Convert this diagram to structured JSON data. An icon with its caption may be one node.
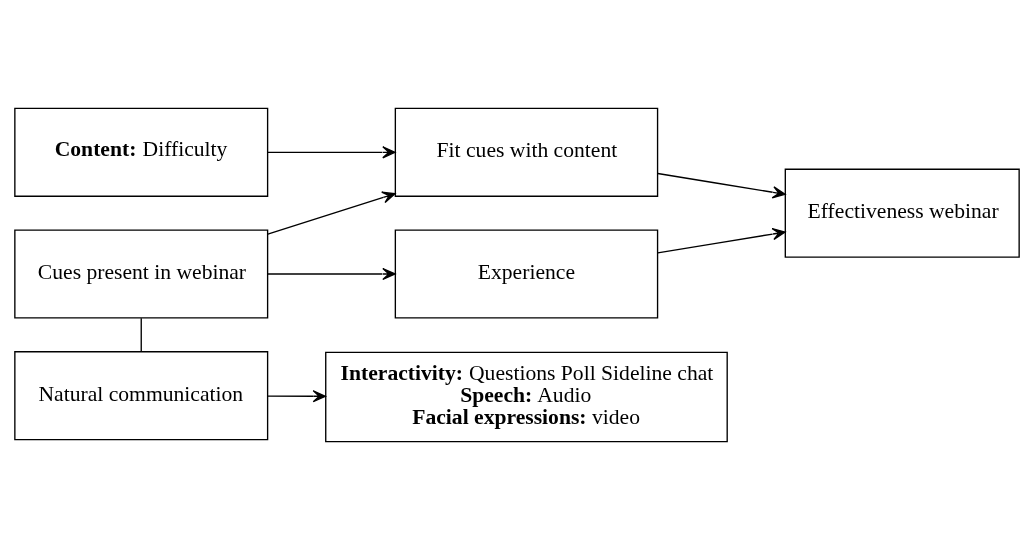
{
  "diagram": {
    "nodes": [
      {
        "text": [
          "**Content:** Difficulty"
        ]
      },
      {
        "text": [
          "Fit cues with content"
        ]
      },
      {
        "text": [
          "Cues present in webinar"
        ]
      },
      {
        "text": [
          "Experience"
        ]
      },
      {
        "text": [
          "Effectiveness webinar"
        ]
      },
      {
        "text": [
          "Natural communication"
        ]
      },
      {
        "text": [
          "**Interactivity:** Questions Poll Sideline chat",
          "**Speech:** Audio",
          "**Facial expressions:** video"
        ]
      }
    ],
    "edges": [
      {
        "from": 0,
        "to": 1,
        "arrow": "to"
      },
      {
        "from": 2,
        "to": 1,
        "arrow": "to"
      },
      {
        "from": 2,
        "to": 3,
        "arrow": "to"
      },
      {
        "from": 1,
        "to": 4,
        "arrow": "to"
      },
      {
        "from": 3,
        "to": 4,
        "arrow": "to"
      },
      {
        "from": 2,
        "to": 5,
        "arrow": "none"
      },
      {
        "from": 5,
        "to": 6,
        "arrow": "to"
      }
    ]
  }
}
